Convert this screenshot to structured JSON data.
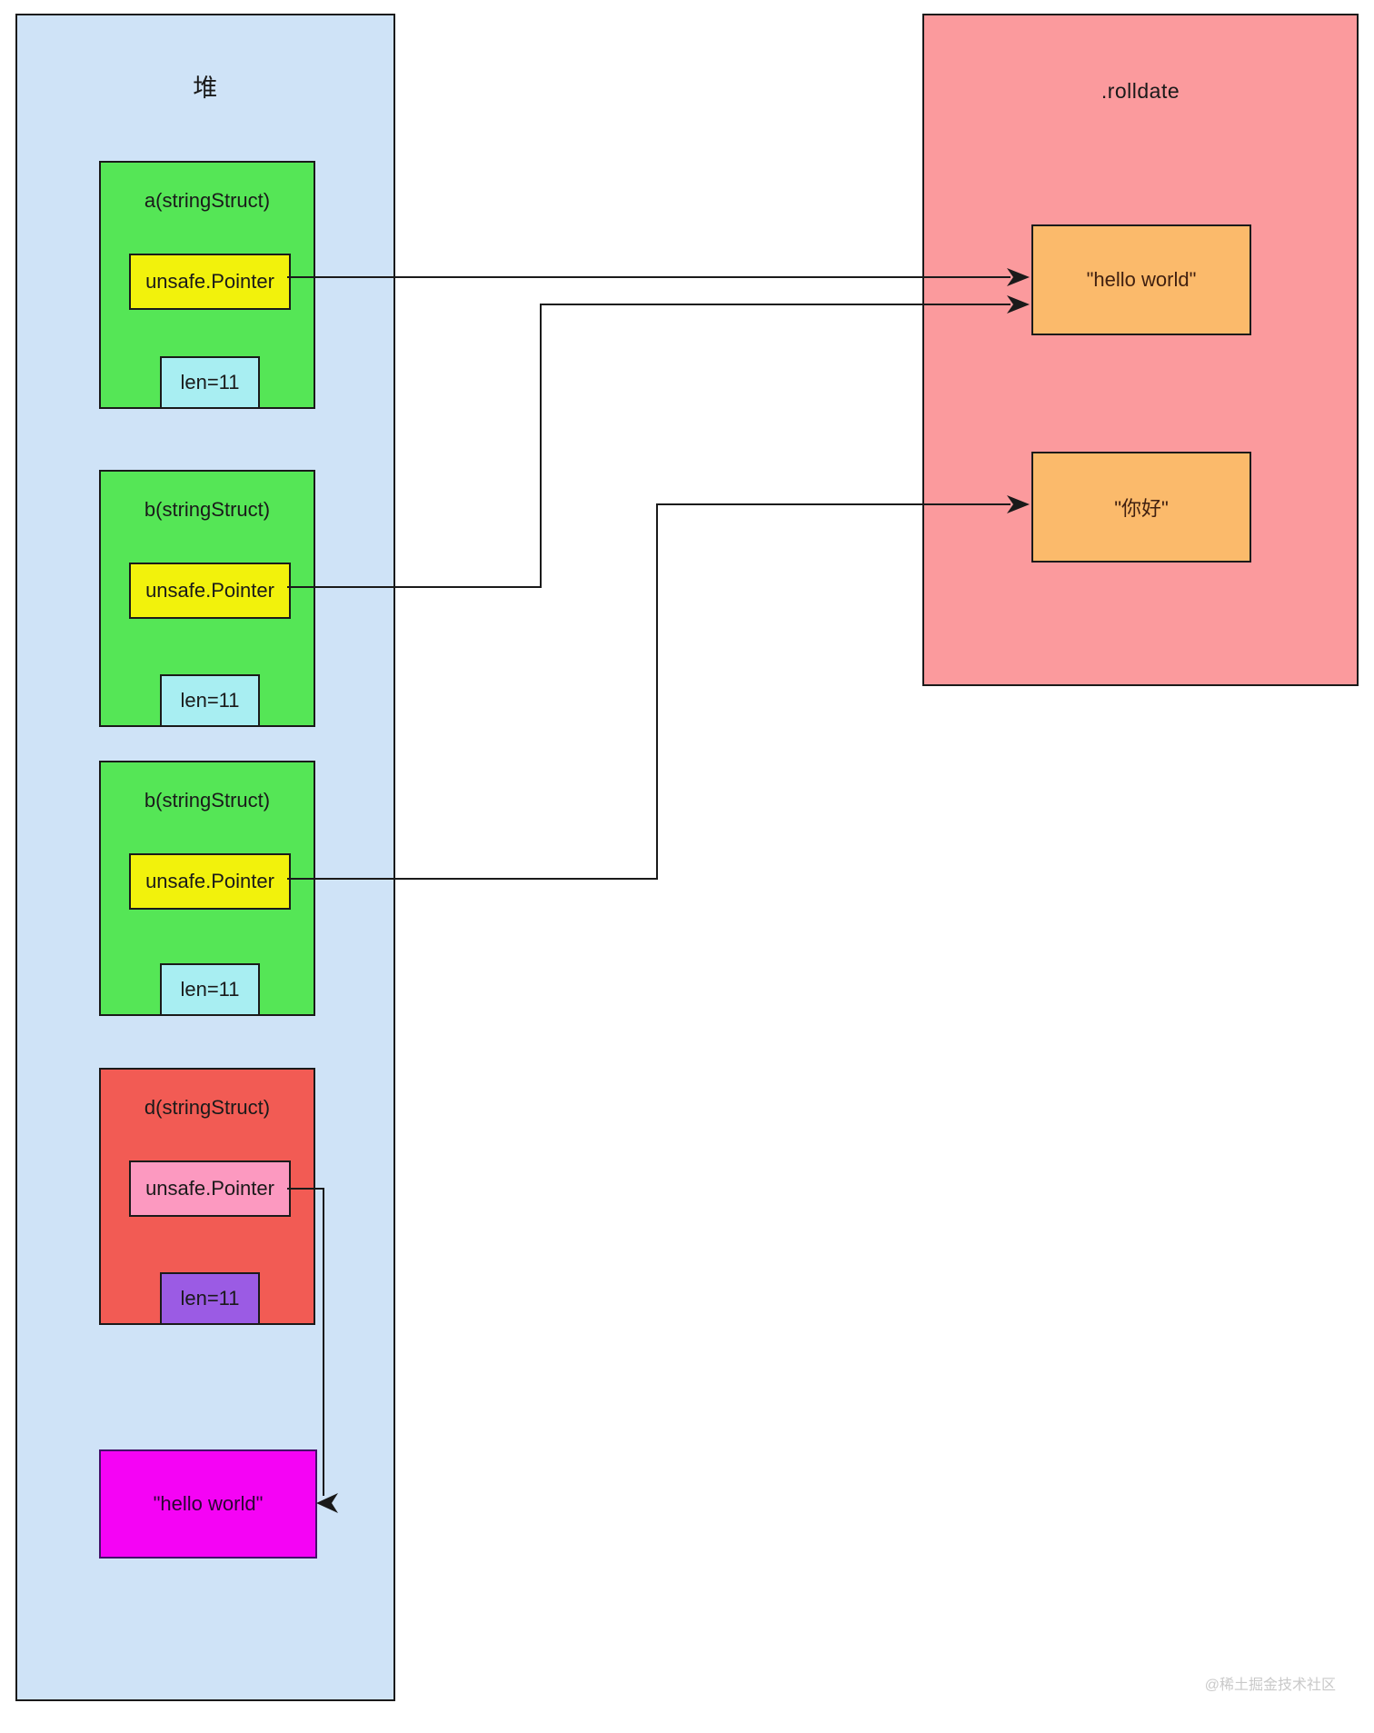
{
  "heap": {
    "title": "堆",
    "structs": [
      {
        "label": "a(stringStruct)",
        "pointer": "unsafe.Pointer",
        "len": "len=11"
      },
      {
        "label": "b(stringStruct)",
        "pointer": "unsafe.Pointer",
        "len": "len=11"
      },
      {
        "label": "b(stringStruct)",
        "pointer": "unsafe.Pointer",
        "len": "len=11"
      },
      {
        "label": "d(stringStruct)",
        "pointer": "unsafe.Pointer",
        "len": "len=11"
      }
    ],
    "literal": "\"hello world\""
  },
  "rodata": {
    "title": ".rolldate",
    "literals": [
      "\"hello world\"",
      "\"你好\""
    ]
  },
  "edges": [
    {
      "from": "a(stringStruct).unsafe.Pointer",
      "to": ".rolldate \"hello world\""
    },
    {
      "from": "b(stringStruct).unsafe.Pointer (first)",
      "to": ".rolldate \"hello world\""
    },
    {
      "from": "b(stringStruct).unsafe.Pointer (second)",
      "to": ".rolldate \"你好\""
    },
    {
      "from": "d(stringStruct).unsafe.Pointer",
      "to": "heap \"hello world\""
    }
  ],
  "watermark": "@稀土掘金技术社区",
  "colors": {
    "heap_fill": "#cfe3f7",
    "rodata_fill": "#fb9a9d",
    "struct_green": "#55e656",
    "struct_red": "#f25b54",
    "pointer_yellow": "#f2f20c",
    "pointer_pink": "#fc99c0",
    "len_cyan": "#a8eef2",
    "len_purple": "#9b5be4",
    "heap_literal_magenta": "#f503f5",
    "rodata_literal_orange": "#fbba6b",
    "line": "#1a1a1a"
  }
}
